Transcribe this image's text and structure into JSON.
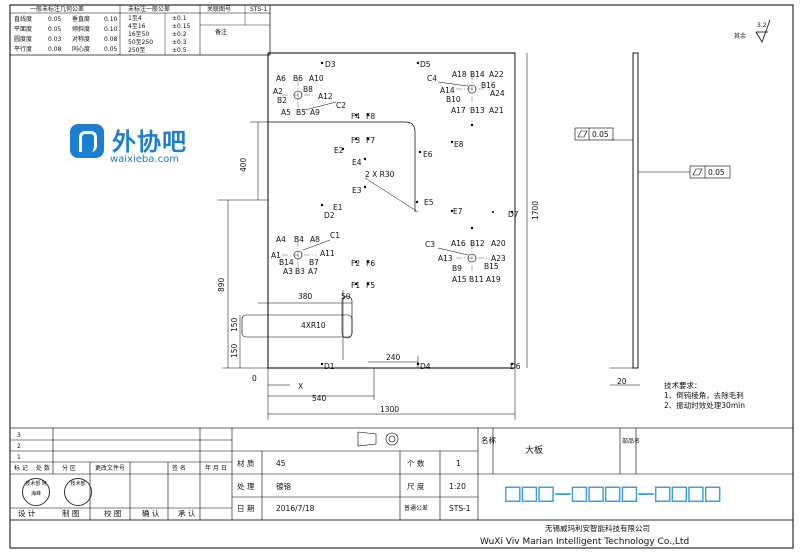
{
  "tolerance_table": {
    "header_left": "一般未标注几何公差",
    "header_mid": "未标注一般公差",
    "header_right": "关联图号",
    "ref_no": "STS-1",
    "ref_name": "备注",
    "rows": [
      {
        "name": "直线度",
        "val1": "0.05",
        "name2": "垂直度",
        "val2": "0.10"
      },
      {
        "name": "平面度",
        "val1": "0.05",
        "name2": "倾斜度",
        "val2": "0.10"
      },
      {
        "name": "圆度度",
        "val1": "0.03",
        "name2": "对称度",
        "val2": "0.08"
      },
      {
        "name": "平行度",
        "val1": "0.08",
        "name2": "同心度",
        "val2": "0.05"
      }
    ],
    "general_tol": [
      {
        "range": "1至4",
        "tol": "±0.1"
      },
      {
        "range": "4至16",
        "tol": "±0.15"
      },
      {
        "range": "16至50",
        "tol": "±0.2"
      },
      {
        "range": "50至250",
        "tol": "±0.3"
      },
      {
        "range": "250至",
        "tol": "±0.5"
      }
    ]
  },
  "surface_finish": {
    "value": "3.2",
    "label": "其余"
  },
  "logo": {
    "cn": "外协吧",
    "en": "waixieba.com"
  },
  "holes": {
    "top_left_group": [
      "A6",
      "B6",
      "A10",
      "A2",
      "B8",
      "A12",
      "B2",
      "A5",
      "B5",
      "A9"
    ],
    "top_right_group": [
      "C4",
      "A18",
      "B14",
      "A22",
      "A14",
      "B16",
      "A24",
      "B10",
      "A17",
      "B13",
      "A21"
    ],
    "bottom_left_group": [
      "A4",
      "B4",
      "A8",
      "C1",
      "A1",
      "A11",
      "B14",
      "B7",
      "A3",
      "B3",
      "A7"
    ],
    "bottom_right_group": [
      "C3",
      "A16",
      "B12",
      "A20",
      "A13",
      "A23",
      "B9",
      "B15",
      "A15",
      "B11",
      "A19"
    ],
    "d_labels": [
      "D3",
      "D5",
      "D2",
      "D7",
      "D1",
      "D4",
      "D6"
    ],
    "f_labels": [
      "F4",
      "F8",
      "F3",
      "F7",
      "F2",
      "F6",
      "F1",
      "F5"
    ],
    "e_labels": [
      "E2",
      "E6",
      "E8",
      "E4",
      "E3",
      "E5",
      "E1",
      "E7"
    ],
    "c_labels": [
      "C2"
    ]
  },
  "dimensions": {
    "d400": "400",
    "d890": "890",
    "d380": "380",
    "d50": "50",
    "d150a": "150",
    "d150b": "150",
    "d240": "240",
    "d540": "540",
    "d1300": "1300",
    "d1700": "1700",
    "d20": "20",
    "slot": "4XR10",
    "radius": "2 X R30",
    "origin": "0",
    "axis_x": "X",
    "flatness1": "0.05",
    "flatness2": "0.05"
  },
  "tech_req": {
    "title": "技术要求：",
    "line1": "1、倒钝棱角，去除毛刺",
    "line2": "2、振动时效处理30min"
  },
  "title_block": {
    "rev_rows": [
      "3",
      "2",
      "1"
    ],
    "rev_headers": [
      "标 记",
      "处 数",
      "分 区",
      "更改文件号",
      "签 名",
      "年 月 日"
    ],
    "material_label": "材 质",
    "material": "45",
    "qty_label": "个 数",
    "qty": "1",
    "treatment_label": "处 理",
    "treatment": "镀铬",
    "scale_label": "尺 度",
    "scale": "1:20",
    "date_label": "日 期",
    "date": "2016/7/18",
    "tolerance_label": "普通公差",
    "tolerance_ref": "STS-1",
    "name_label": "名称",
    "name": "大板",
    "part_label": "部品名",
    "code": "□□□—□□□□—□□□□",
    "roles": [
      "设 计",
      "制 图",
      "校 图",
      "确 认",
      "承 认"
    ],
    "stamp1": "技术部 阿海峰",
    "stamp2": "技术部",
    "company_cn": "无锡威玛利安智能科技有限公司",
    "company_en": "WuXi Viv Marian  Intelligent Technology Co.,Ltd"
  }
}
